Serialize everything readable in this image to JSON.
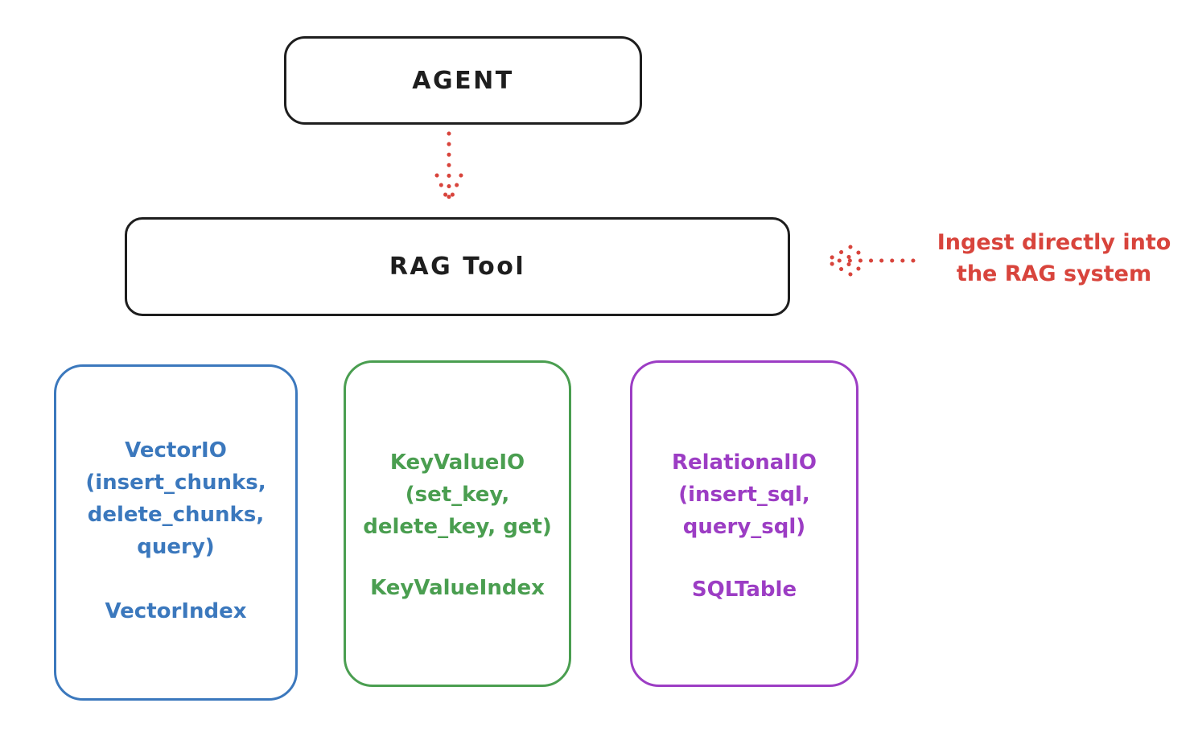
{
  "canvas": {
    "background": "#ffffff",
    "ink_color": "#1e1e1e",
    "accent_red": "#d8443c"
  },
  "agent": {
    "label": "AGENT"
  },
  "rag_tool": {
    "label": "RAG Tool"
  },
  "agent_to_rag_arrow": {
    "style": "dotted",
    "direction": "down",
    "color": "#d8443c"
  },
  "annotation": {
    "line1": "Ingest directly into",
    "line2": "the RAG system",
    "color": "#d8443c",
    "arrow_style": "dotted",
    "arrow_direction": "left"
  },
  "backends": [
    {
      "id": "vector",
      "color": "#3b78bd",
      "io_lines": [
        "VectorIO",
        "(insert_chunks,",
        "delete_chunks,",
        "query)"
      ],
      "index_label": "VectorIndex"
    },
    {
      "id": "keyvalue",
      "color": "#4a9e50",
      "io_lines": [
        "KeyValueIO",
        "(set_key,",
        "delete_key, get)"
      ],
      "index_label": "KeyValueIndex"
    },
    {
      "id": "relational",
      "color": "#9c3dc4",
      "io_lines": [
        "RelationalIO",
        "(insert_sql,",
        "query_sql)"
      ],
      "index_label": "SQLTable"
    }
  ]
}
